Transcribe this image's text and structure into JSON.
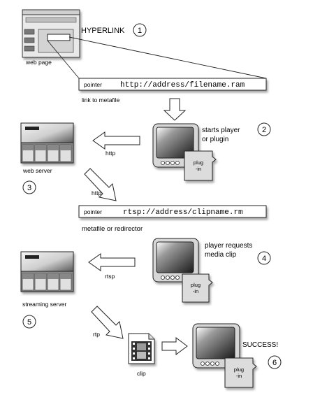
{
  "web_page": {
    "caption": "web page"
  },
  "hyperlink": {
    "label": "HYPERLINK",
    "step": "1"
  },
  "pointer1": {
    "prefix": "pointer",
    "url": "http://address/filename.ram",
    "caption": "link to metafile"
  },
  "web_server": {
    "caption": "web server",
    "step": "3"
  },
  "arrow_http_left": {
    "label": "http"
  },
  "player1": {
    "caption_line1": "starts player",
    "caption_line2": "or plugin",
    "step": "2",
    "plug_line1": "plug",
    "plug_line2": "-in"
  },
  "arrow_http_down": {
    "label": "http"
  },
  "pointer2": {
    "prefix": "pointer",
    "url": "rtsp://address/clipname.rm",
    "caption": "metafile or redirector"
  },
  "streaming_server": {
    "caption": "streaming server",
    "step": "5"
  },
  "arrow_rtsp_left": {
    "label": "rtsp"
  },
  "player2": {
    "caption_line1": "player requests",
    "caption_line2": "media clip",
    "step": "4",
    "plug_line1": "plug",
    "plug_line2": "-in"
  },
  "arrow_rtp_down": {
    "label": "rtp"
  },
  "clip": {
    "caption": "clip"
  },
  "player3": {
    "caption": "SUCCESS!",
    "step": "6",
    "plug_line1": "plug",
    "plug_line2": "-in"
  }
}
